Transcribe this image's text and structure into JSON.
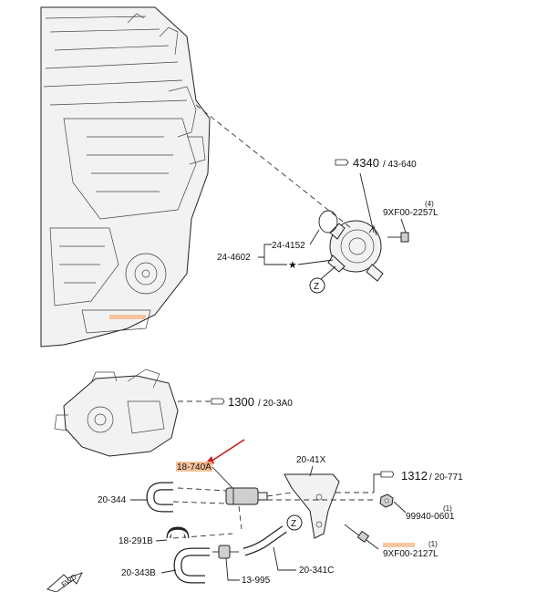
{
  "colors": {
    "line": "#222222",
    "highlight": "#f5b88a",
    "arrow": "#cc1b1b",
    "background": "#ffffff"
  },
  "icons": {
    "ref_pointer": "hand-pointer-icon",
    "front_direction": "fwd-arrow-icon",
    "marker_z": "circle-z-icon",
    "marker_star": "star-icon"
  },
  "labels": {
    "ref_4340": "4340",
    "ref_4340_sub": "/ 43-640",
    "part_9xf00_2257l": "9XF00-2257L",
    "qty_4": "(4)",
    "part_24_4152": "24-4152",
    "part_24_4602": "24-4602",
    "ref_1300": "1300",
    "ref_1300_sub": "/ 20-3A0",
    "part_18_740a": "18-740A",
    "part_20_41x": "20-41X",
    "ref_1312": "1312",
    "ref_1312_sub": "/ 20-771",
    "part_20_344": "20-344",
    "part_99940_0601": "99940-0601",
    "qty_1a": "(1)",
    "qty_1b": "(1)",
    "part_9xf00_2127l": "9XF00-2127L",
    "part_18_291b": "18-291B",
    "part_20_343b": "20-343B",
    "part_13_995": "13-995",
    "part_20_341c": "20-341C",
    "marker_z1": "Z",
    "marker_z2": "Z",
    "fwd": "FWD"
  }
}
